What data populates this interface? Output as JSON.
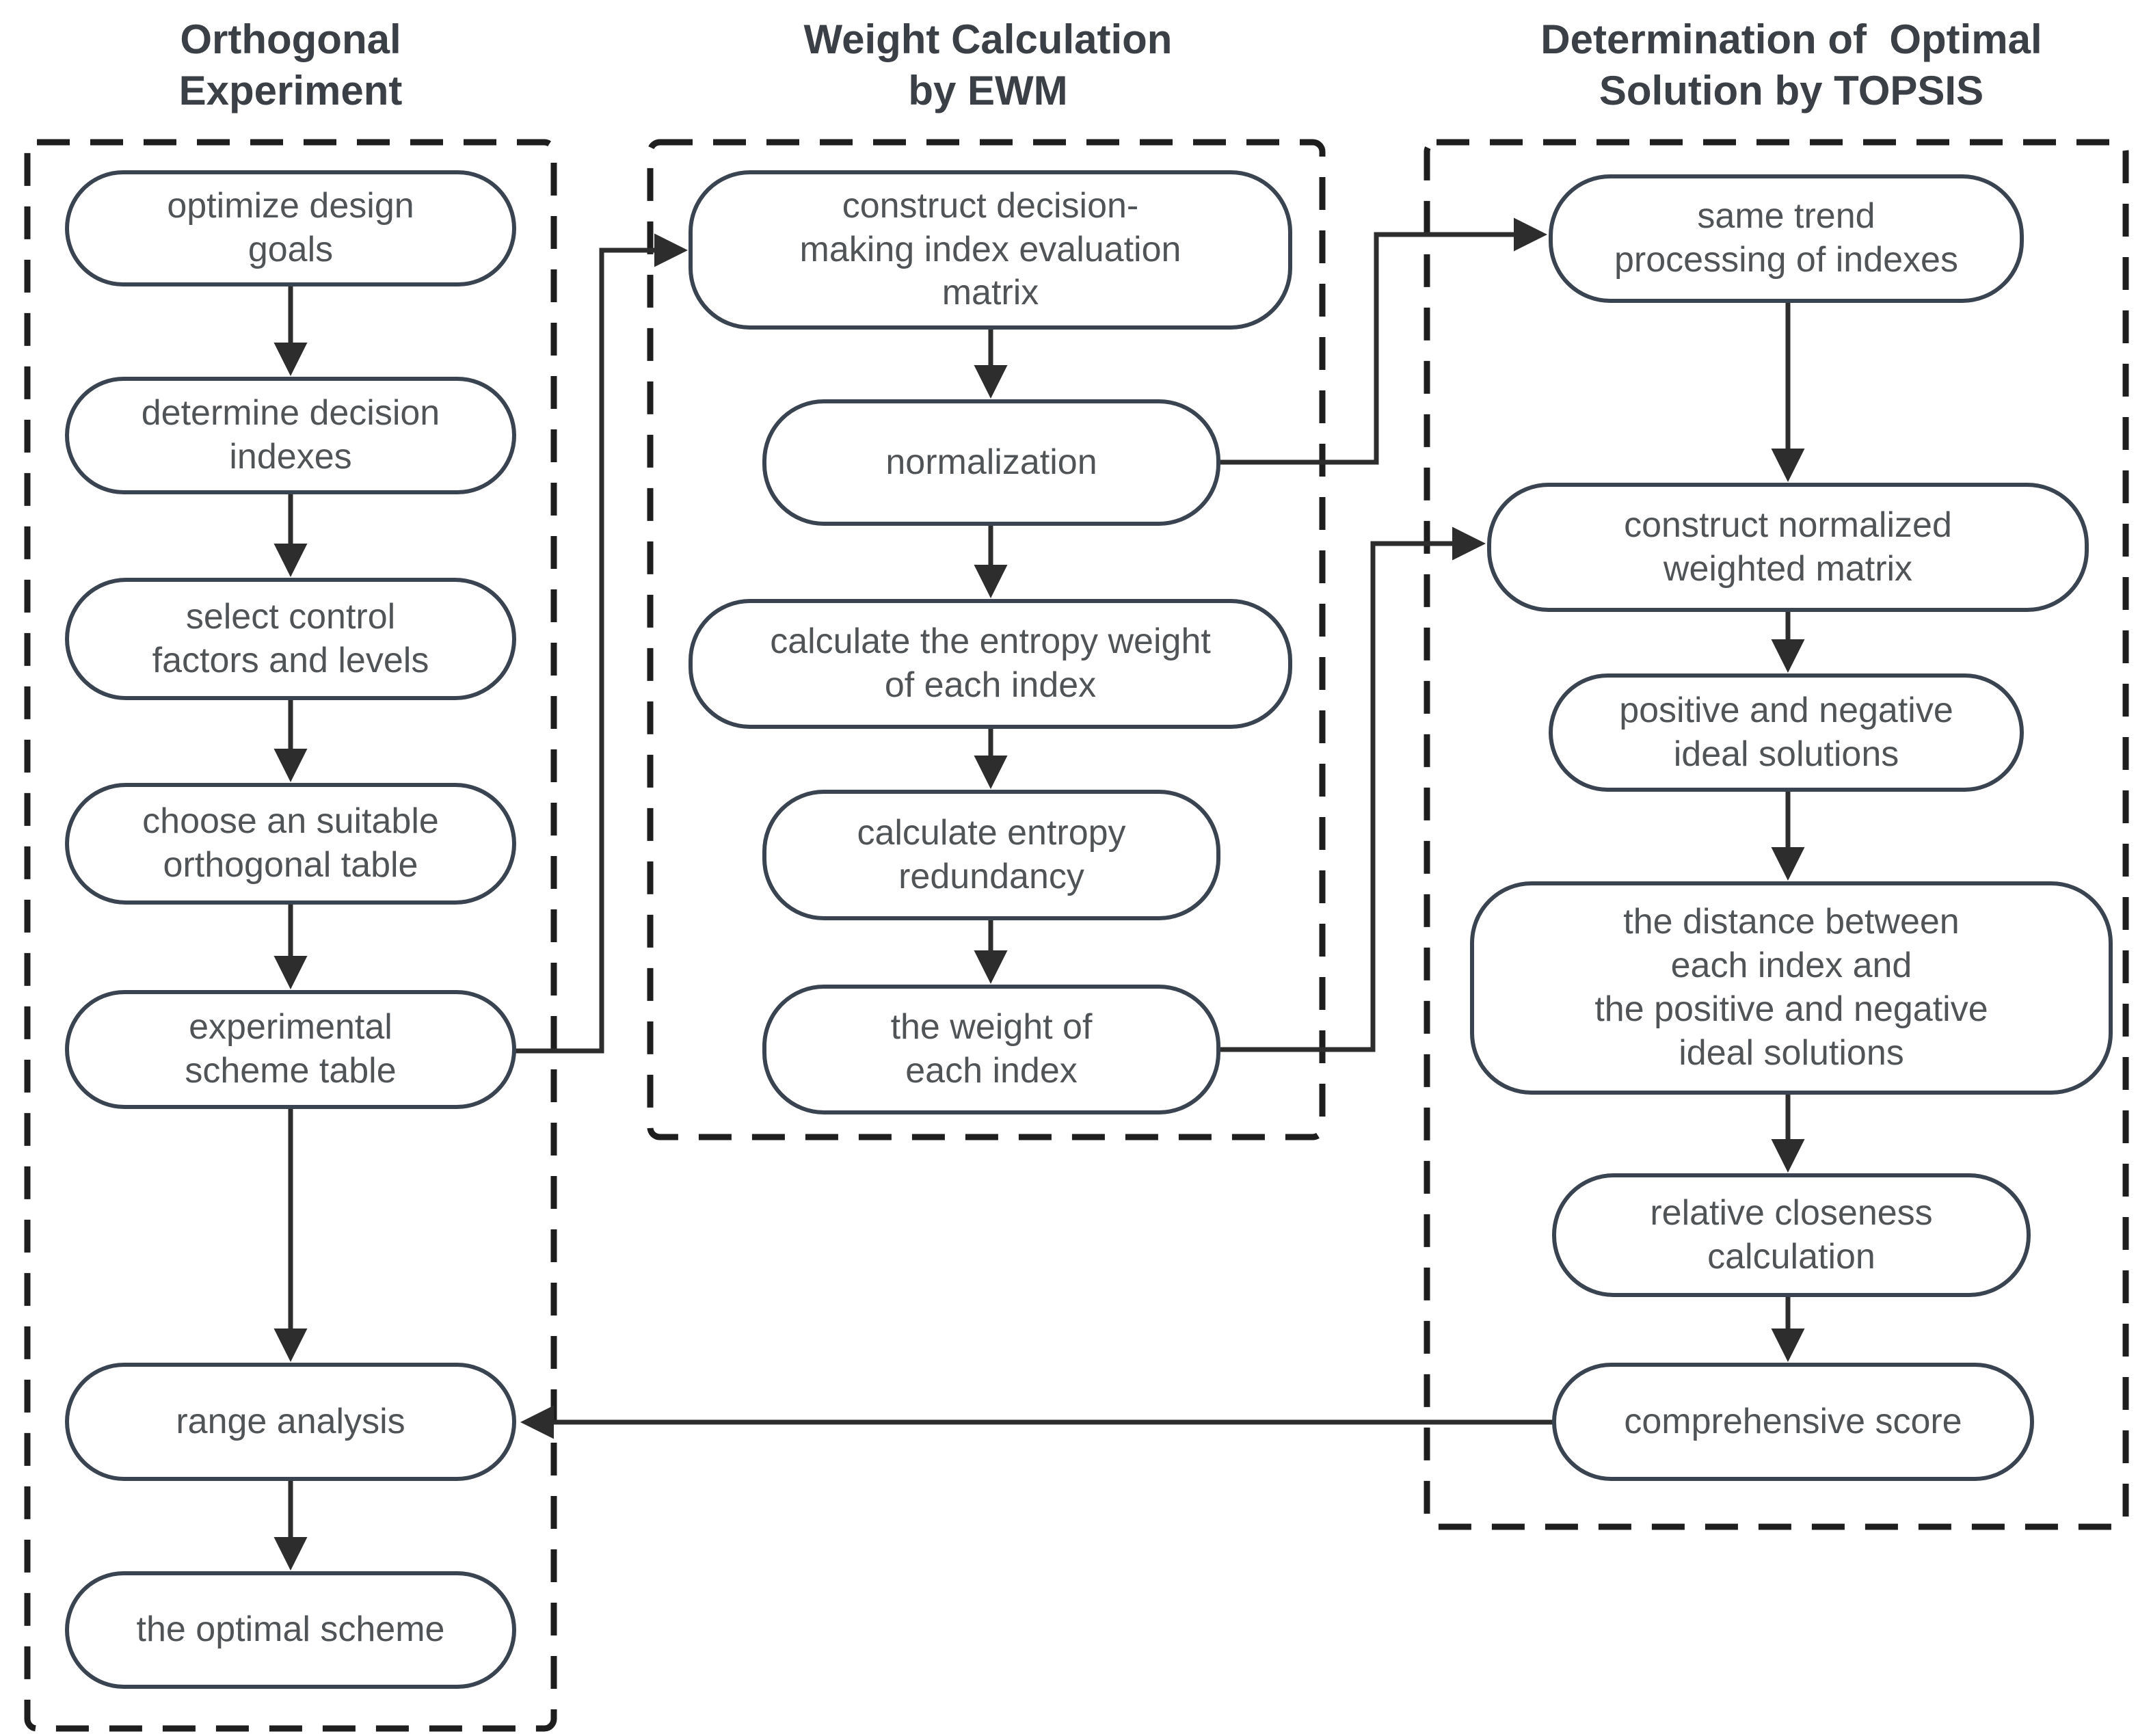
{
  "diagram": {
    "type": "flowchart",
    "groups": [
      {
        "id": "orthogonal-experiment",
        "title": "Orthogonal\nExperiment",
        "nodes": [
          {
            "id": "optimize-design-goals",
            "label": "optimize design\ngoals"
          },
          {
            "id": "determine-decision-indexes",
            "label": "determine decision\nindexes"
          },
          {
            "id": "select-control-factors",
            "label": "select control\nfactors and levels"
          },
          {
            "id": "choose-orthogonal-table",
            "label": "choose an suitable\northogonal table"
          },
          {
            "id": "experimental-scheme-table",
            "label": "experimental\nscheme table"
          },
          {
            "id": "range-analysis",
            "label": "range analysis"
          },
          {
            "id": "the-optimal-scheme",
            "label": "the optimal scheme"
          }
        ]
      },
      {
        "id": "weight-calculation-by-ewm",
        "title": "Weight Calculation\nby EWM",
        "nodes": [
          {
            "id": "construct-decision-matrix",
            "label": "construct decision-\nmaking index evaluation\nmatrix"
          },
          {
            "id": "normalization",
            "label": "normalization"
          },
          {
            "id": "calculate-entropy-weight",
            "label": "calculate the entropy weight\nof each index"
          },
          {
            "id": "calculate-entropy-redundancy",
            "label": "calculate entropy\nredundancy"
          },
          {
            "id": "weight-of-each-index",
            "label": "the weight of\neach index"
          }
        ]
      },
      {
        "id": "determination-by-topsis",
        "title": "Determination of  Optimal\nSolution by TOPSIS",
        "nodes": [
          {
            "id": "same-trend-processing",
            "label": "same trend\nprocessing of indexes"
          },
          {
            "id": "construct-weighted-matrix",
            "label": "construct normalized\nweighted matrix"
          },
          {
            "id": "positive-negative-solutions",
            "label": "positive and negative\nideal solutions"
          },
          {
            "id": "distance-to-ideal-solutions",
            "label": "the distance between\neach index and\nthe positive and negative\nideal solutions"
          },
          {
            "id": "relative-closeness",
            "label": "relative closeness\ncalculation"
          },
          {
            "id": "comprehensive-score",
            "label": "comprehensive score"
          }
        ]
      }
    ],
    "edges": [
      {
        "from": "optimize-design-goals",
        "to": "determine-decision-indexes"
      },
      {
        "from": "determine-decision-indexes",
        "to": "select-control-factors"
      },
      {
        "from": "select-control-factors",
        "to": "choose-orthogonal-table"
      },
      {
        "from": "choose-orthogonal-table",
        "to": "experimental-scheme-table"
      },
      {
        "from": "experimental-scheme-table",
        "to": "range-analysis"
      },
      {
        "from": "range-analysis",
        "to": "the-optimal-scheme"
      },
      {
        "from": "construct-decision-matrix",
        "to": "normalization"
      },
      {
        "from": "normalization",
        "to": "calculate-entropy-weight"
      },
      {
        "from": "calculate-entropy-weight",
        "to": "calculate-entropy-redundancy"
      },
      {
        "from": "calculate-entropy-redundancy",
        "to": "weight-of-each-index"
      },
      {
        "from": "same-trend-processing",
        "to": "construct-weighted-matrix"
      },
      {
        "from": "construct-weighted-matrix",
        "to": "positive-negative-solutions"
      },
      {
        "from": "positive-negative-solutions",
        "to": "distance-to-ideal-solutions"
      },
      {
        "from": "distance-to-ideal-solutions",
        "to": "relative-closeness"
      },
      {
        "from": "relative-closeness",
        "to": "comprehensive-score"
      },
      {
        "from": "experimental-scheme-table",
        "to": "construct-decision-matrix"
      },
      {
        "from": "normalization",
        "to": "same-trend-processing"
      },
      {
        "from": "weight-of-each-index",
        "to": "construct-weighted-matrix"
      },
      {
        "from": "comprehensive-score",
        "to": "range-analysis"
      }
    ]
  },
  "colors": {
    "background": "#ffffff",
    "box_border": "#3a4450",
    "text": "#515457",
    "header_text": "#3b4046",
    "arrow": "#2d2d2d",
    "dashed_border": "#1e1e1e"
  }
}
